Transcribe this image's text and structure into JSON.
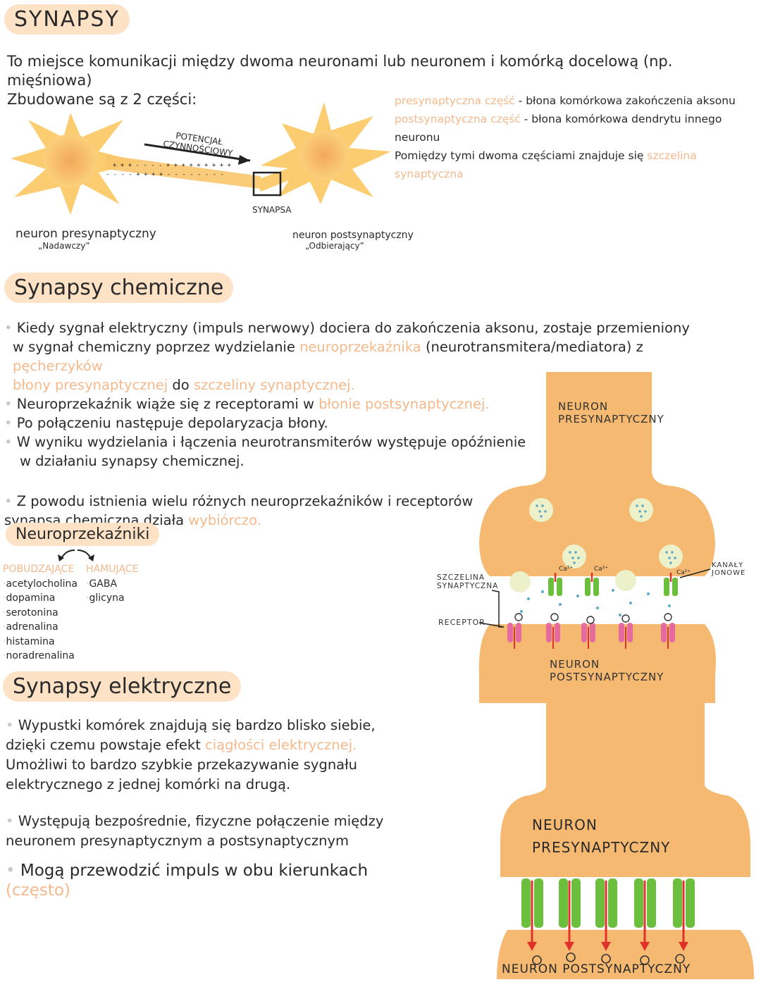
{
  "header": {
    "title": "SYNAPSY"
  },
  "intro": {
    "line1": "To miejsce komunikacji między dwoma neuronami lub neuronem i komórką docelową (np. mięśniowa)",
    "line2": "Zbudowane są z 2 części:"
  },
  "parts": {
    "pre_term": "presynaptyczna część",
    "pre_desc": "- błona komórkowa zakończenia aksonu",
    "post_term": "postsynaptyczna część",
    "post_desc": "- błona komórkowa dendrytu innego neuronu",
    "between": "Pomiędzy tymi dwoma częściami znajduje się",
    "cleft": "szczelina synaptyczna"
  },
  "neuron_diagram": {
    "potential_line1": "POTENCJAŁ",
    "potential_line2": "CZYNNOŚCIOWY",
    "synapse_label": "SYNAPSA",
    "pre_label": "neuron presynaptyczny",
    "pre_sub": "„Nadawczy”",
    "post_label": "neuron postsynaptyczny",
    "post_sub": "„Odbierający”"
  },
  "chemical": {
    "heading": "Synapsy chemiczne",
    "b1_a": "Kiedy sygnał elektryczny (impuls nerwowy) dociera do zakończenia aksonu, zostaje przemieniony",
    "b1_b": "w sygnał chemiczny poprzez wydzielanie",
    "b1_c": "neuroprzekaźnika",
    "b1_d": "(neurotransmitera/mediatora) z",
    "b1_e": "pęcherzyków",
    "b1_f": "błony presynaptycznej",
    "b1_g": "do",
    "b1_h": "szczeliny synaptycznej.",
    "b2_a": "Neuroprzekaźnik wiąże się z receptorami w",
    "b2_b": "błonie postsynaptycznej.",
    "b3": "Po połączeniu następuje depolaryzacja błony.",
    "b4_a": "W wyniku wydzielania i łączenia neurotransmiterów występuje opóźnienie",
    "b4_b": "w działaniu synapsy chemicznej.",
    "b5_a": "Z powodu istnienia wielu różnych neuroprzekaźników i receptorów",
    "b5_b": "synapsa chemiczna działa",
    "b5_c": "wybiórczo."
  },
  "neurotransmitters": {
    "heading": "Neuroprzekaźniki",
    "excitatory_title": "POBUDZAJĄCE",
    "excitatory": [
      "acetylocholina",
      "dopamina",
      "serotonina",
      "adrenalina",
      "histamina",
      "noradrenalina"
    ],
    "inhibitory_title": "HAMUJĄCE",
    "inhibitory": [
      "GABA",
      "glicyna"
    ]
  },
  "electrical": {
    "heading": "Synapsy elektryczne",
    "b1_a": "Wypustki komórek znajdują się bardzo blisko siebie,",
    "b1_b": "dzięki czemu powstaje efekt",
    "b1_c": "ciągłości elektrycznej.",
    "b1_d": "Umożliwi to bardzo szybkie przekazywanie sygnału",
    "b1_e": "elektrycznego z jednej komórki na drugą.",
    "b2_a": "Występują bezpośrednie, fizyczne połączenie między",
    "b2_b": "neuronem presynaptycznym a postsynaptycznym",
    "b3_a": "Mogą przewodzić impuls w obu kierunkach",
    "b3_b": "(często)"
  },
  "chem_diagram": {
    "pre": [
      "NEURON",
      "PRESYNAPTYCZNY"
    ],
    "post": [
      "NEURON",
      "POSTSYNAPTYCZNY"
    ],
    "cleft": [
      "SZCZELINA",
      "SYNAPTYCZNA"
    ],
    "receptor": "RECEPTOR",
    "channels": [
      "KANAŁY",
      "JONOWE"
    ],
    "ca": "Ca²⁺"
  },
  "elec_diagram": {
    "pre": [
      "NEURON",
      "PRESYNAPTYCZNY"
    ],
    "post": "NEURON POSTSYNAPTYCZNY"
  },
  "colors": {
    "highlight": "#fde2c6",
    "peach_text": "#f4b98c",
    "neuron": "#f6b971",
    "channel_green": "#6cbf3c",
    "receptor_pink": "#e56aa0",
    "arrow_red": "#e0312a"
  }
}
